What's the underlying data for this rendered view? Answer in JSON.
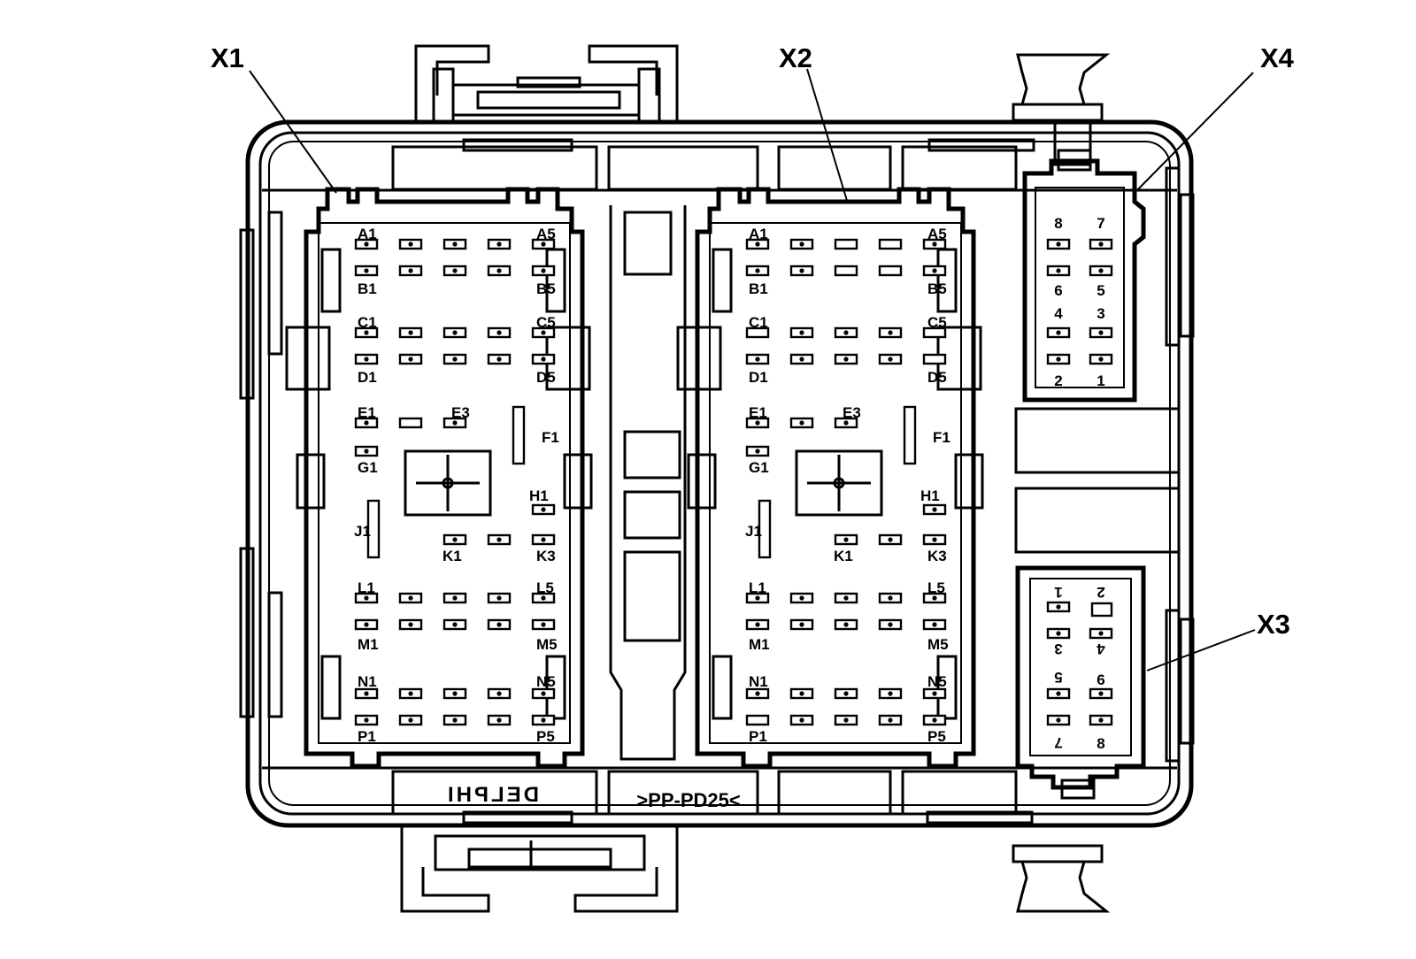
{
  "callouts": {
    "x1": "X1",
    "x2": "X2",
    "x3": "X3",
    "x4": "X4"
  },
  "connector_x1": {
    "labels": {
      "A1": "A1",
      "A5": "A5",
      "B1": "B1",
      "B5": "B5",
      "C1": "C1",
      "C5": "C5",
      "D1": "D1",
      "D5": "D5",
      "E1": "E1",
      "E3": "E3",
      "F1": "F1",
      "G1": "G1",
      "H1": "H1",
      "J1": "J1",
      "K1": "K1",
      "K3": "K3",
      "L1": "L1",
      "L5": "L5",
      "M1": "M1",
      "M5": "M5",
      "N1": "N1",
      "N5": "N5",
      "P1": "P1",
      "P5": "P5"
    }
  },
  "connector_x2": {
    "labels": {
      "A1": "A1",
      "A5": "A5",
      "B1": "B1",
      "B5": "B5",
      "C1": "C1",
      "C5": "C5",
      "D1": "D1",
      "D5": "D5",
      "E1": "E1",
      "E3": "E3",
      "F1": "F1",
      "G1": "G1",
      "H1": "H1",
      "J1": "J1",
      "K1": "K1",
      "K3": "K3",
      "L1": "L1",
      "L5": "L5",
      "M1": "M1",
      "M5": "M5",
      "N1": "N1",
      "N5": "N5",
      "P1": "P1",
      "P5": "P5"
    }
  },
  "connector_x4": {
    "pins": [
      "8",
      "7",
      "6",
      "5",
      "4",
      "3",
      "2",
      "1"
    ]
  },
  "connector_x3": {
    "pins": [
      "1",
      "2",
      "3",
      "4",
      "5",
      "6",
      "7",
      "8"
    ]
  },
  "markings": {
    "brand": "DELPHI",
    "material": ">PP-PD25<"
  }
}
